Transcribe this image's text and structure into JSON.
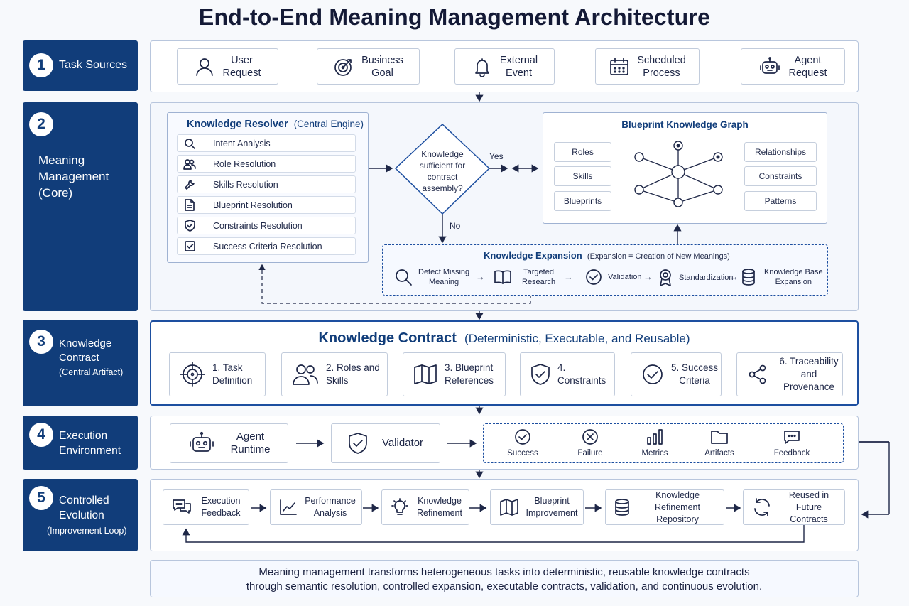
{
  "title": "End-to-End Meaning Management Architecture",
  "rows": [
    {
      "num": "1",
      "label": "Task Sources",
      "sub": ""
    },
    {
      "num": "2",
      "label_lines": [
        "Meaning",
        "Management",
        "(Core)"
      ]
    },
    {
      "num": "3",
      "label_lines": [
        "Knowledge",
        "Contract"
      ],
      "sub": "(Central Artifact)"
    },
    {
      "num": "4",
      "label_lines": [
        "Execution",
        "Environment"
      ]
    },
    {
      "num": "5",
      "label_lines": [
        "Controlled",
        "Evolution"
      ],
      "sub": "(Improvement Loop)"
    }
  ],
  "task_sources": [
    {
      "line1": "User",
      "line2": "Request",
      "icon": "user-icon"
    },
    {
      "line1": "Business",
      "line2": "Goal",
      "icon": "target-icon"
    },
    {
      "line1": "External",
      "line2": "Event",
      "icon": "bell-icon"
    },
    {
      "line1": "Scheduled",
      "line2": "Process",
      "icon": "calendar-icon"
    },
    {
      "line1": "Agent",
      "line2": "Request",
      "icon": "robot-icon"
    }
  ],
  "resolver": {
    "title": "Knowledge Resolver",
    "subtitle": "(Central Engine)",
    "items": [
      {
        "label": "Intent Analysis",
        "icon": "search-icon"
      },
      {
        "label": "Role Resolution",
        "icon": "users-icon"
      },
      {
        "label": "Skills Resolution",
        "icon": "wrench-icon"
      },
      {
        "label": "Blueprint Resolution",
        "icon": "document-icon"
      },
      {
        "label": "Constraints Resolution",
        "icon": "shield-icon"
      },
      {
        "label": "Success Criteria Resolution",
        "icon": "checkbox-icon"
      }
    ]
  },
  "decision": {
    "line1": "Knowledge",
    "line2": "sufficient for",
    "line3": "contract",
    "line4": "assembly?",
    "yes": "Yes",
    "no": "No"
  },
  "graph": {
    "title": "Blueprint Knowledge Graph",
    "left": [
      "Roles",
      "Skills",
      "Blueprints"
    ],
    "right": [
      "Relationships",
      "Constraints",
      "Patterns"
    ]
  },
  "expansion": {
    "title": "Knowledge Expansion",
    "subtitle": "(Expansion = Creation of New Meanings)",
    "steps": [
      {
        "line1": "Detect Missing",
        "line2": "Meaning",
        "icon": "magnifier-icon"
      },
      {
        "line1": "Targeted",
        "line2": "Research",
        "icon": "book-icon"
      },
      {
        "line1": "Validation",
        "line2": "",
        "icon": "check-circle-icon"
      },
      {
        "line1": "Standardization",
        "line2": "",
        "icon": "award-icon"
      },
      {
        "line1": "Knowledge Base",
        "line2": "Expansion",
        "icon": "database-icon"
      }
    ]
  },
  "contract": {
    "title": "Knowledge Contract",
    "subtitle": "(Deterministic, Executable, and Reusable)",
    "items": [
      {
        "line1": "1. Task",
        "line2": "Definition",
        "icon": "crosshair-icon"
      },
      {
        "line1": "2. Roles and",
        "line2": "Skills",
        "icon": "users-icon"
      },
      {
        "line1": "3. Blueprint",
        "line2": "References",
        "icon": "map-icon"
      },
      {
        "line1": "4. Constraints",
        "line2": "",
        "icon": "shield-check-icon"
      },
      {
        "line1": "5. Success",
        "line2": "Criteria",
        "icon": "check-circle-icon"
      },
      {
        "line1": "6. Traceability",
        "line2": "and Provenance",
        "icon": "share-icon"
      }
    ]
  },
  "execution": {
    "runtime_line1": "Agent",
    "runtime_line2": "Runtime",
    "validator": "Validator",
    "outcomes": [
      {
        "label": "Success",
        "icon": "check-circle-icon"
      },
      {
        "label": "Failure",
        "icon": "x-circle-icon"
      },
      {
        "label": "Metrics",
        "icon": "bar-chart-icon"
      },
      {
        "label": "Artifacts",
        "icon": "folder-icon"
      },
      {
        "label": "Feedback",
        "icon": "chat-icon"
      }
    ]
  },
  "evolution": [
    {
      "line1": "Execution",
      "line2": "Feedback",
      "icon": "chat-bubbles-icon"
    },
    {
      "line1": "Performance",
      "line2": "Analysis",
      "icon": "trend-icon"
    },
    {
      "line1": "Knowledge",
      "line2": "Refinement",
      "icon": "bulb-icon"
    },
    {
      "line1": "Blueprint",
      "line2": "Improvement",
      "icon": "map-icon"
    },
    {
      "line1": "Knowledge Refinement",
      "line2": "Repository",
      "icon": "database-icon"
    },
    {
      "line1": "Reused in Future",
      "line2": "Contracts",
      "icon": "refresh-icon"
    }
  ],
  "footer": {
    "line1": "Meaning management transforms heterogeneous tasks into deterministic, reusable knowledge contracts",
    "line2": "through semantic resolution, controlled expansion, executable contracts, validation, and continuous evolution."
  },
  "colors": {
    "navy": "#113d7a",
    "border": "#b8c6dd",
    "contract_border": "#1d4fa0"
  }
}
